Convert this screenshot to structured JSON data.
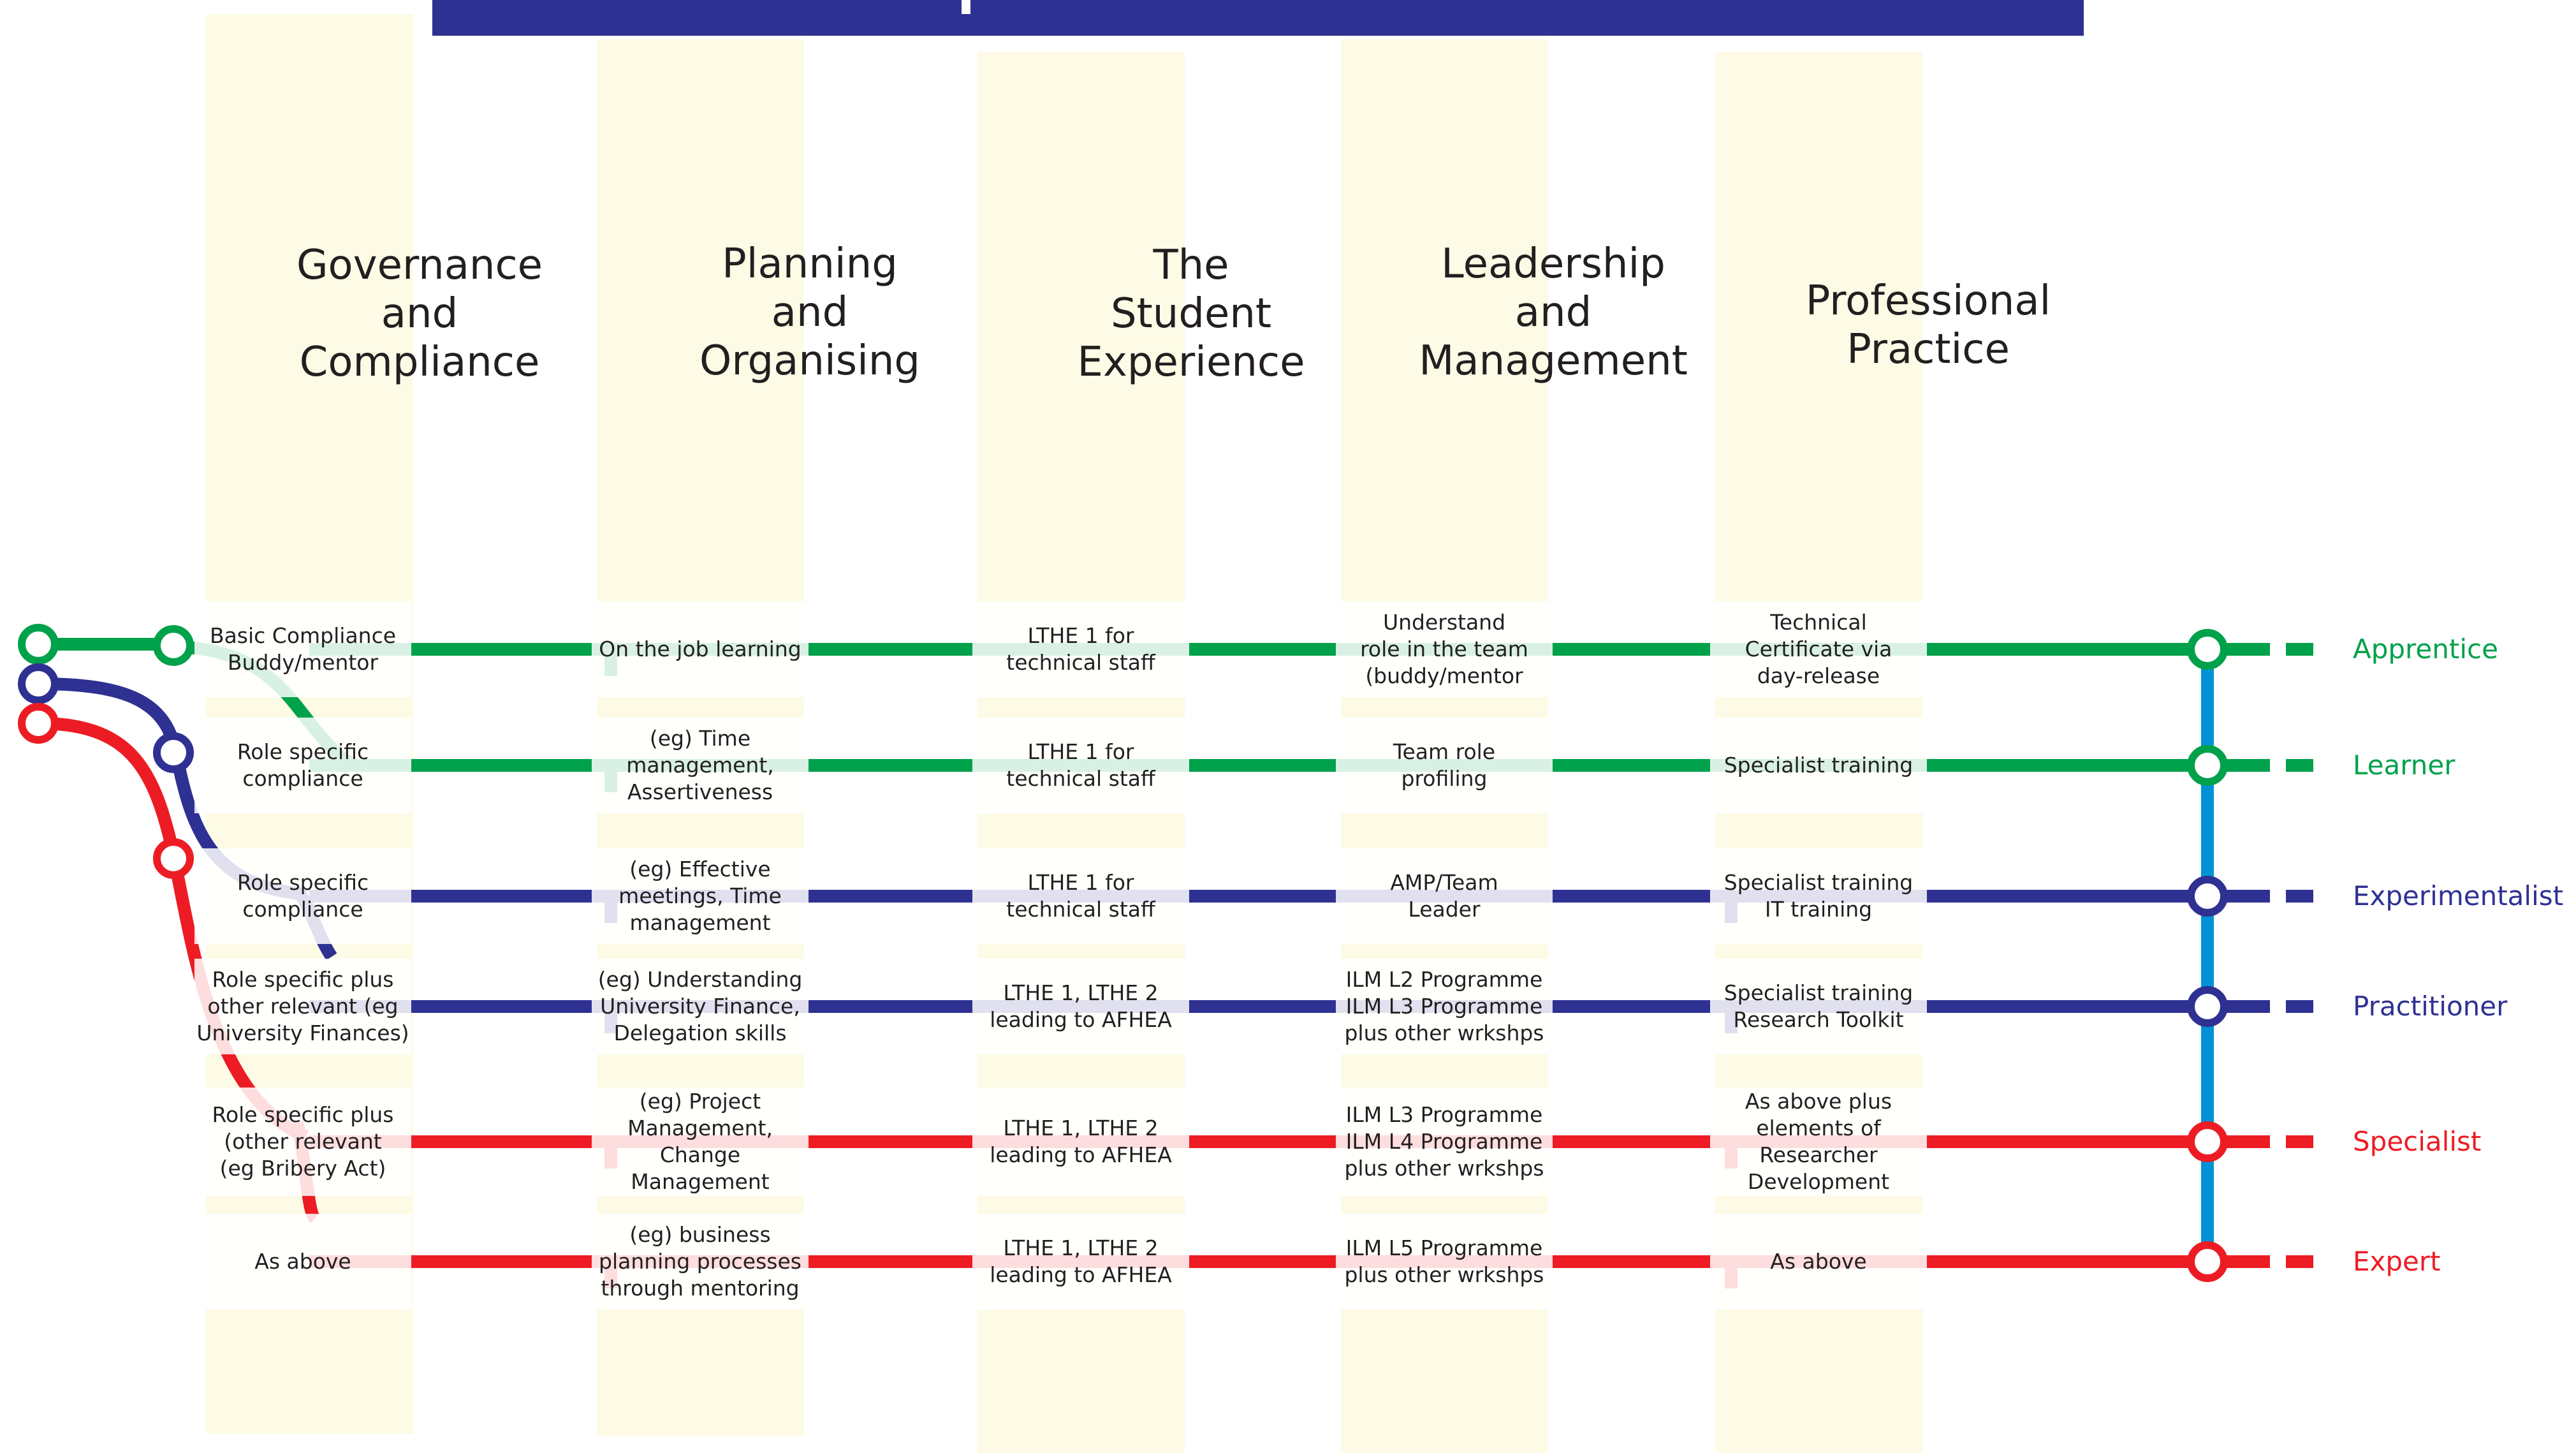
{
  "colors": {
    "green": "#00a14b",
    "blue": "#2e3192",
    "red": "#ed1c24",
    "cyan": "#0092d6",
    "column_bg": "#fdfae6",
    "header_bar": "#2e3192"
  },
  "columns": [
    {
      "heading": "Governance\nand\nCompliance"
    },
    {
      "heading": "Planning\nand\nOrganising"
    },
    {
      "heading": "The\nStudent\nExperience"
    },
    {
      "heading": "Leadership\nand\nManagement"
    },
    {
      "heading": "Professional\nPractice"
    }
  ],
  "levels": [
    {
      "name": "Apprentice",
      "line": "green",
      "cells": [
        "Basic Compliance\nBuddy/mentor",
        "On the job learning",
        "LTHE 1 for\ntechnical staff",
        "Understand\nrole in the team\n(buddy/mentor",
        "Technical\nCertificate via\nday-release"
      ]
    },
    {
      "name": "Learner",
      "line": "green",
      "cells": [
        "Role specific\ncompliance",
        "(eg) Time\nmanagement,\nAssertiveness",
        "LTHE 1 for\ntechnical staff",
        "Team role\nprofiling",
        "Specialist training"
      ]
    },
    {
      "name": "Experimentalist",
      "line": "blue",
      "cells": [
        "Role specific\ncompliance",
        "(eg) Effective\nmeetings, Time\nmanagement",
        "LTHE 1 for\ntechnical staff",
        "AMP/Team\nLeader",
        "Specialist training\nIT training"
      ]
    },
    {
      "name": "Practitioner",
      "line": "blue",
      "cells": [
        "Role specific plus\nother relevant (eg\nUniversity Finances)",
        "(eg) Understanding\nUniversity Finance,\nDelegation skills",
        "LTHE 1, LTHE 2\nleading to AFHEA",
        "ILM L2 Programme\nILM L3 Programme\nplus other wrkshps",
        "Specialist training\nResearch Toolkit"
      ]
    },
    {
      "name": "Specialist",
      "line": "red",
      "cells": [
        "Role specific plus\n(other relevant\n(eg Bribery Act)",
        "(eg) Project\nManagement, Change\nManagement",
        "LTHE 1, LTHE 2\nleading to AFHEA",
        "ILM L3 Programme\nILM L4 Programme\nplus other wrkshps",
        "As above plus\nelements of\nResearcher\nDevelopment"
      ]
    },
    {
      "name": "Expert",
      "line": "red",
      "cells": [
        "As above",
        "(eg) business\nplanning processes\nthrough mentoring",
        "LTHE 1, LTHE 2\nleading to AFHEA",
        "ILM L5 Programme\nplus other wrkshps",
        "As above"
      ]
    }
  ]
}
